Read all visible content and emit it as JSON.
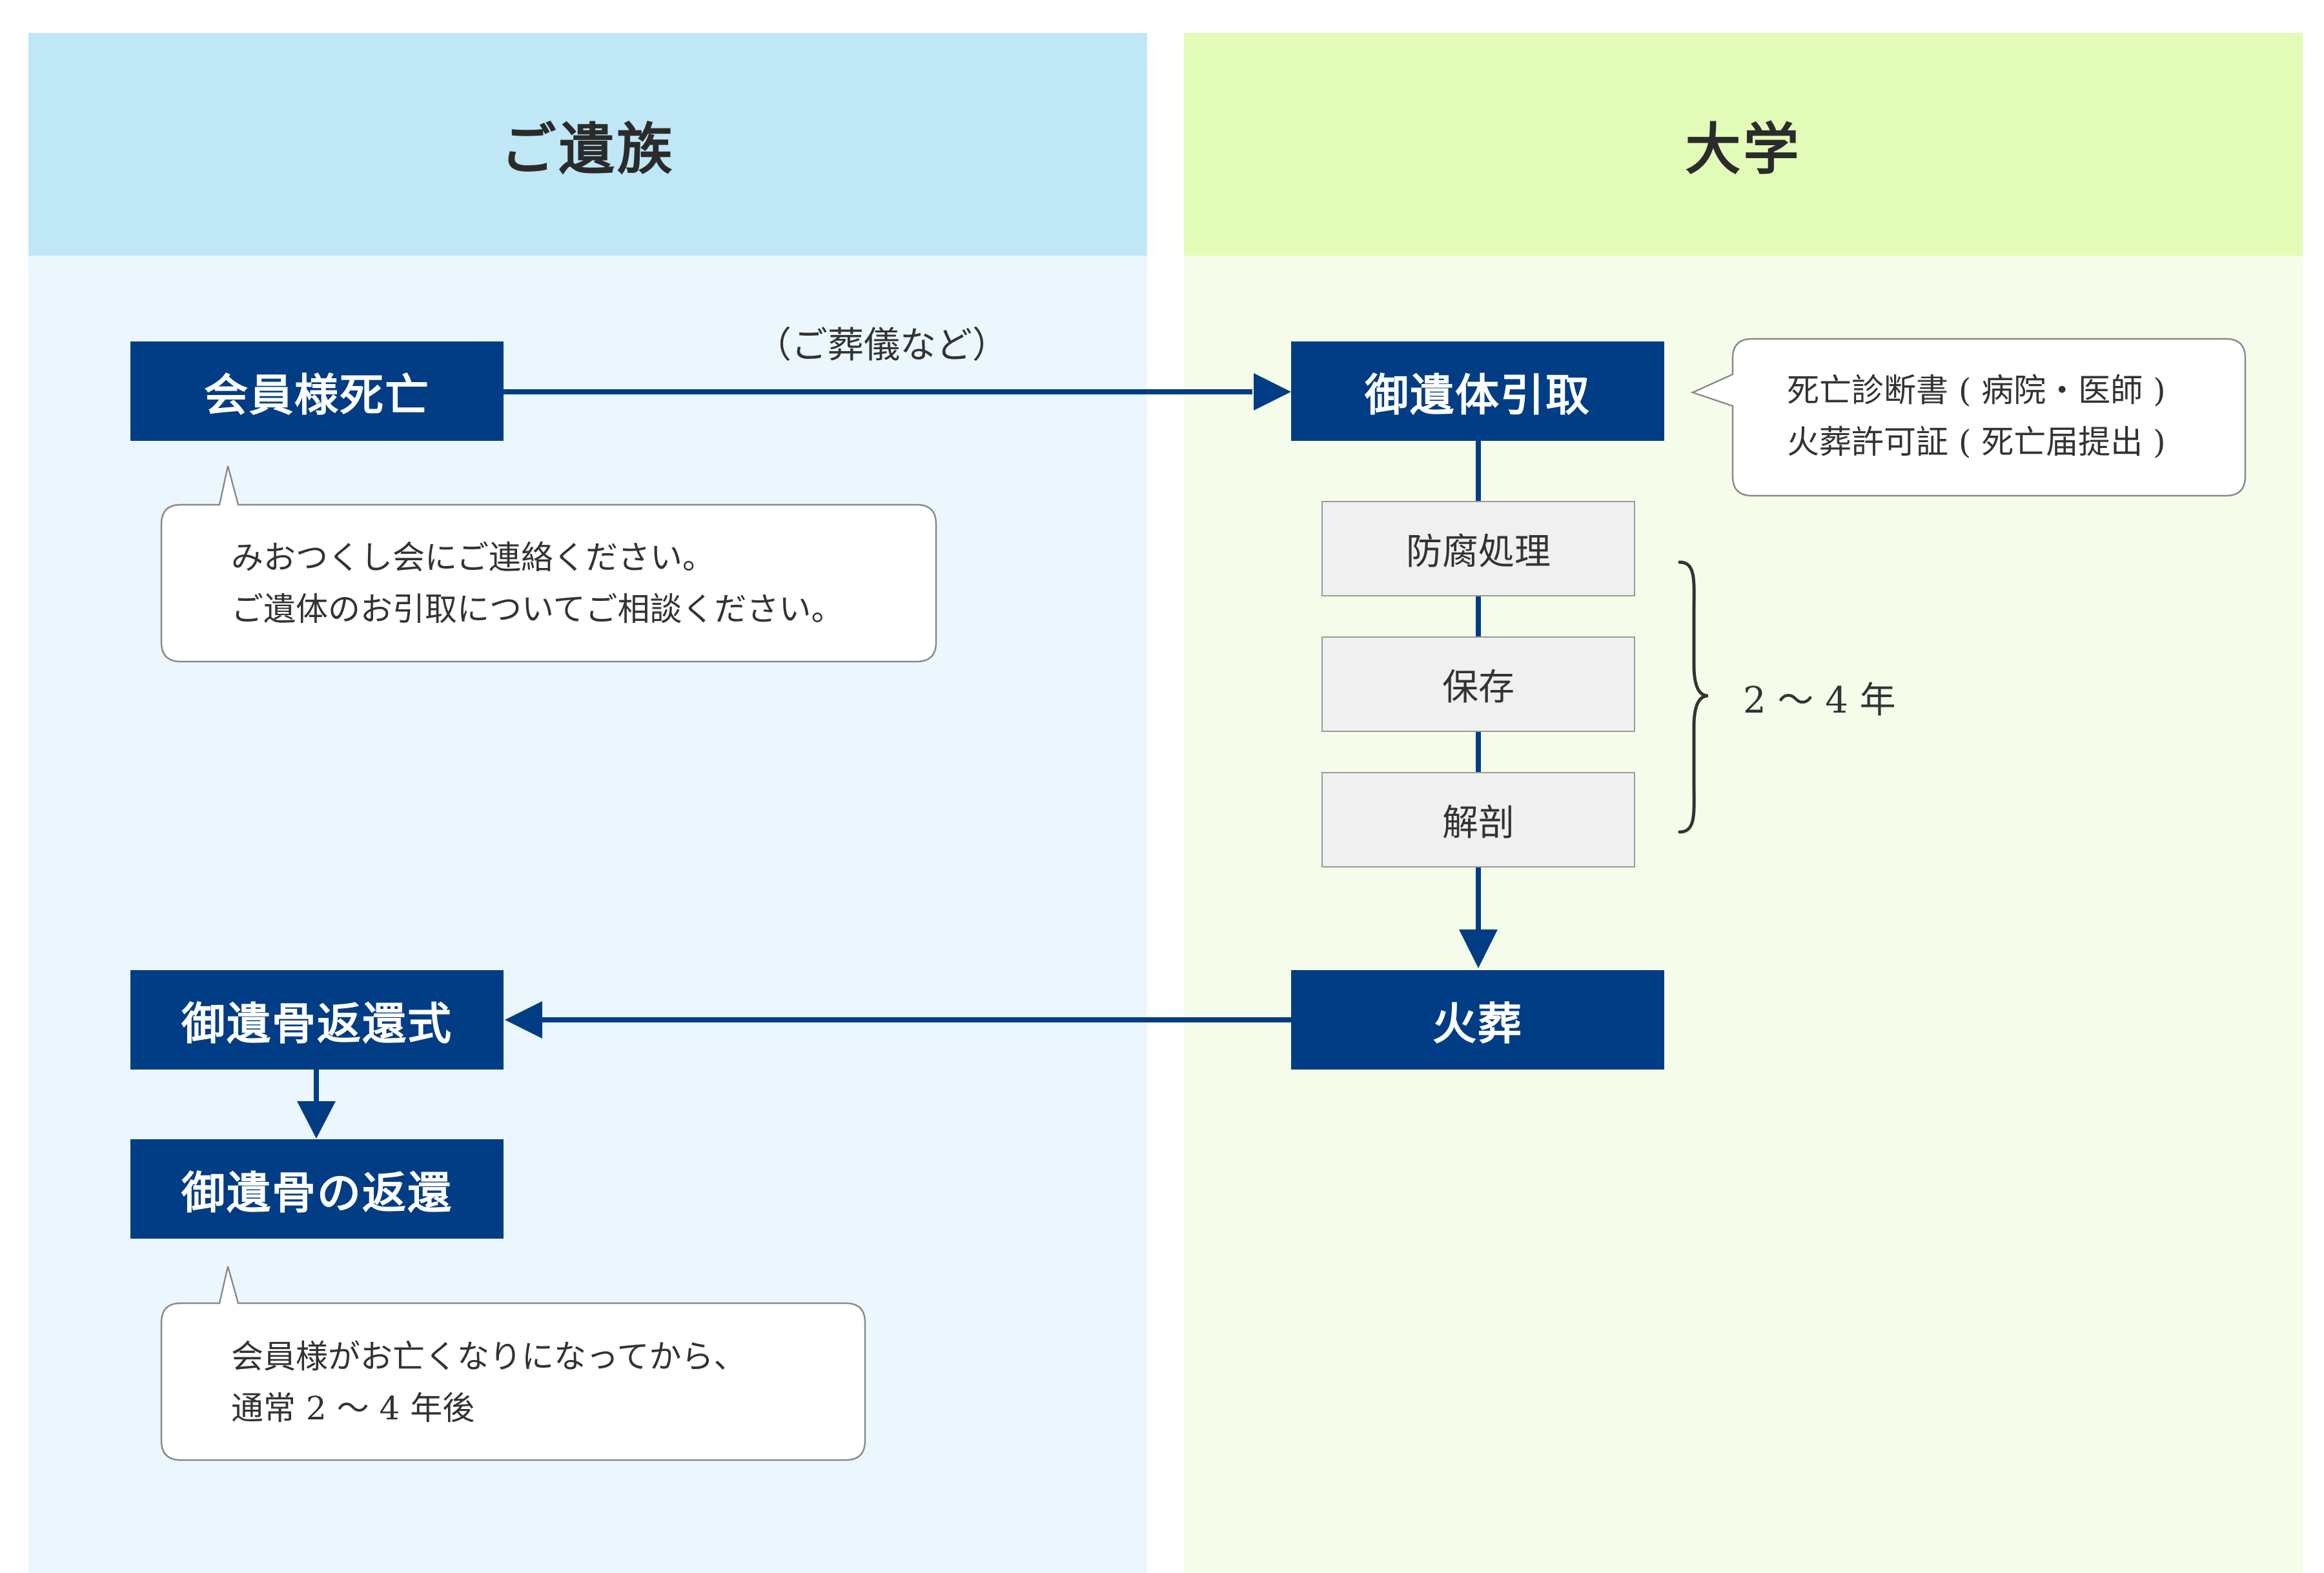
{
  "colors": {
    "left_header_bg": "#bfe7f6",
    "left_body_bg": "#ebf7fd",
    "right_header_bg": "#e2fbb6",
    "right_body_bg": "#f5fdea",
    "box_bg": "#003d84",
    "step_bg": "#f0f0f0",
    "arrow": "#003d84"
  },
  "columns": {
    "family": "ご遺族",
    "university": "大学"
  },
  "nodes": {
    "member_death": "会員様死亡",
    "body_pickup": "御遺体引取",
    "cremation": "火葬",
    "ashes_ceremony": "御遺骨返還式",
    "ashes_return": "御遺骨の返還"
  },
  "steps": {
    "embalming": "防腐処理",
    "storage": "保存",
    "dissection": "解剖"
  },
  "labels": {
    "funeral": "（ご葬儀など）",
    "duration": "2 〜 4 年"
  },
  "bubbles": {
    "contact": {
      "line1": "みおつくし会にご連絡ください。",
      "line2": "ご遺体のお引取についてご相談ください。"
    },
    "documents": {
      "line1": "死亡診断書 ( 病院・医師 )",
      "line2": "火葬許可証 ( 死亡届提出 )"
    },
    "timing": {
      "line1": "会員様がお亡くなりになってから、",
      "line2": "通常 2 〜 4 年後"
    }
  }
}
